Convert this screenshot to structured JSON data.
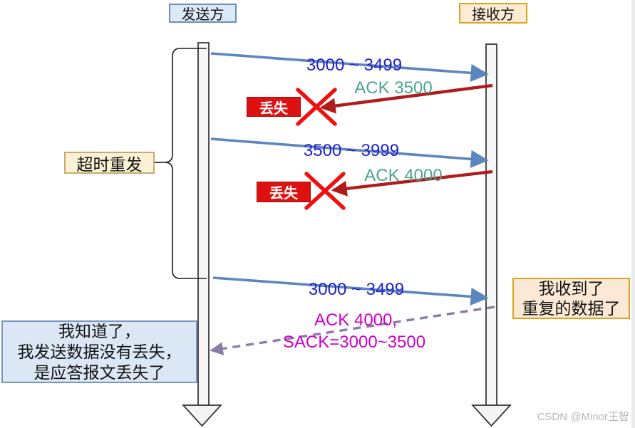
{
  "diagram_title": "TCP timeout retransmission with SACK sequence diagram",
  "actors": {
    "sender": "发送方",
    "receiver": "接收方"
  },
  "messages": [
    {
      "label": "3000 ~ 3499",
      "type": "data",
      "direction": "sender-to-receiver"
    },
    {
      "label": "ACK 3500",
      "type": "ack-lost",
      "direction": "receiver-to-sender"
    },
    {
      "label": "3500 ~ 3999",
      "type": "data",
      "direction": "sender-to-receiver"
    },
    {
      "label": "ACK 4000",
      "type": "ack-lost",
      "direction": "receiver-to-sender"
    },
    {
      "label": "3000 ~ 3499",
      "type": "data-retransmit",
      "direction": "sender-to-receiver"
    },
    {
      "line1": "ACK 4000,",
      "line2": "SACK=3000~3500",
      "type": "sack",
      "direction": "receiver-to-sender"
    }
  ],
  "badges": {
    "lost": "丢失"
  },
  "annotations": {
    "timeout": "超时重发",
    "sender_thought_line1": "我知道了，",
    "sender_thought_line2": "我发送数据没有丢失，",
    "sender_thought_line3": "是应答报文丢失了",
    "receiver_thought_line1": "我收到了",
    "receiver_thought_line2": "重复的数据了",
    "watermark": "CSDN @Minor王智"
  },
  "colors": {
    "data_arrow": "#5c86be",
    "data_text": "#2121cc",
    "ack_text": "#4ba48e",
    "lost_arrow": "#b01c1c",
    "cross_mark": "#ec1212",
    "badge_bg": "#dd1111",
    "sack_text": "#cc00cc",
    "sack_arrow": "#8b7bab",
    "sender_box_bg": "#dce9f7",
    "sender_box_border": "#6e8ebf",
    "receiver_box_bg": "#fdebd3",
    "receiver_box_border": "#d9a420",
    "timeout_box_bg": "#fbf2d5"
  }
}
